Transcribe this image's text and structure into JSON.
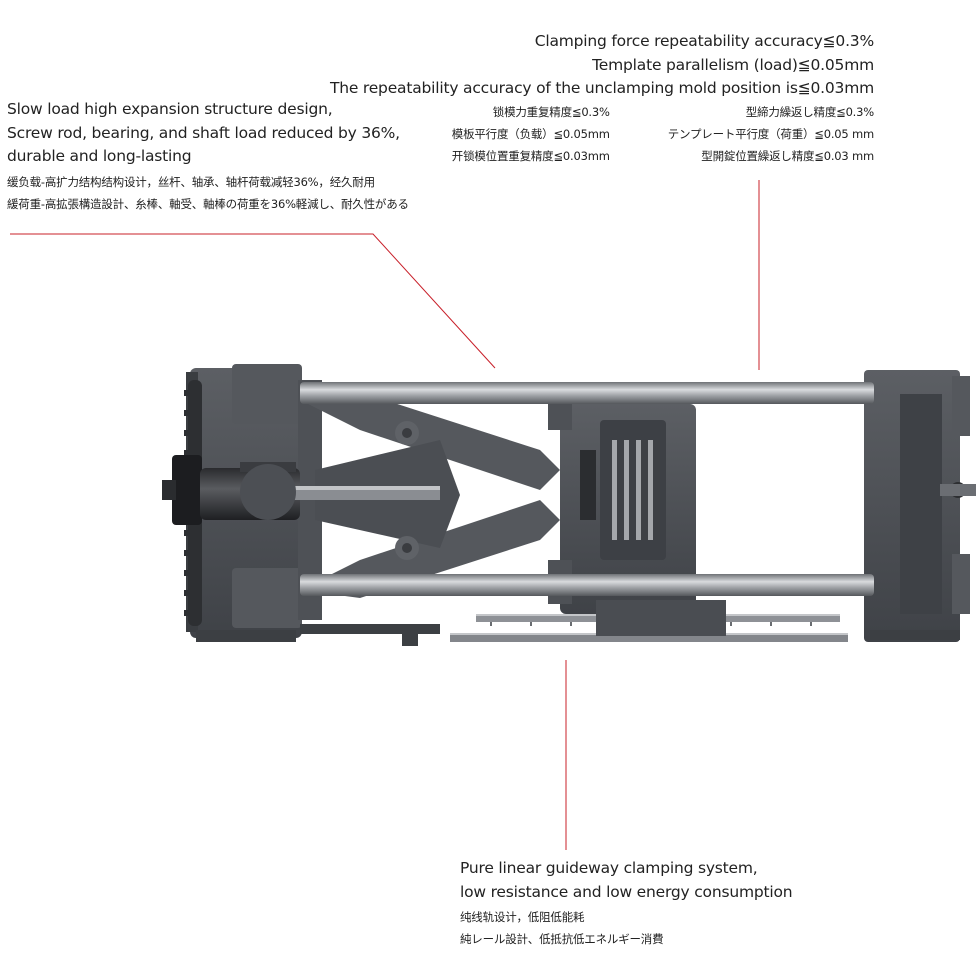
{
  "callouts": {
    "top_right": {
      "en_lines": [
        "Clamping force repeatability accuracy≦0.3%",
        "Template parallelism (load)≦0.05mm",
        "The repeatability accuracy of the unclamping mold position is≦0.03mm"
      ],
      "cn_rows": [
        [
          "锁模力重复精度≦0.3%",
          "型締力繰返し精度≦0.3%"
        ],
        [
          "模板平行度（负载）≦0.05mm",
          "テンプレート平行度（荷重）≦0.05 mm"
        ],
        [
          "开锁模位置重复精度≦0.03mm",
          "型開錠位置繰返し精度≦0.03 mm"
        ]
      ]
    },
    "left": {
      "en_lines": [
        "Slow load high expansion structure design,",
        "Screw rod, bearing, and shaft load reduced by 36%,",
        "durable and long-lasting"
      ],
      "cn_lines": [
        "缓负载-高扩力结构结构设计，丝杆、轴承、轴杆荷载减轻36%，经久耐用",
        "緩荷重-高拡張構造設計、糸棒、軸受、軸棒の荷重を36%軽減し、耐久性がある"
      ]
    },
    "bottom": {
      "en_lines": [
        "Pure linear guideway clamping system,",
        "low resistance and low energy consumption"
      ],
      "cn_lines": [
        "纯线轨设计，低阻低能耗",
        "純レール設計、低抵抗低エネルギー消費"
      ]
    }
  },
  "colors": {
    "leader_line": "#c8202a",
    "machine_dark": "#4a4d52",
    "machine_mid": "#6b6e73",
    "machine_light": "#9a9da2",
    "tie_bar": "#b9bcc0"
  },
  "illustration": "injection-molding-machine-clamping-unit"
}
